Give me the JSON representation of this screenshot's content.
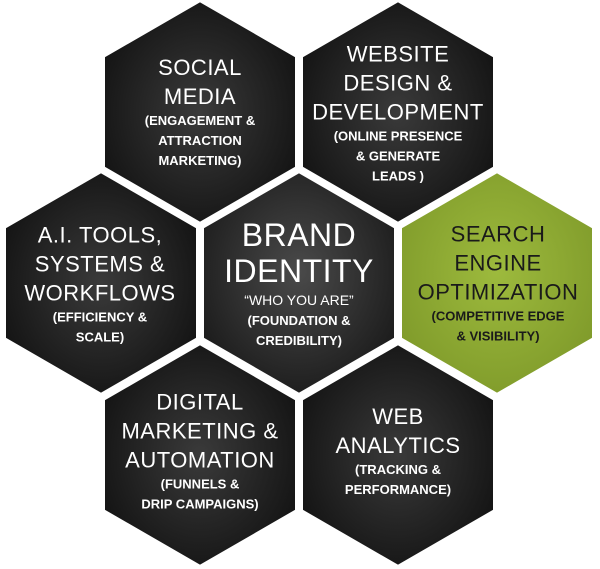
{
  "colors": {
    "hex_fill_dark": "#141414",
    "hex_fill_light": "#3a3a3a",
    "hex_center_light": "#4a4a4a",
    "hex_stroke": "#ffffff",
    "highlight_fill": "#8ca832",
    "highlight_fill_light": "#9dba3d"
  },
  "hexagons": [
    {
      "id": "social-media",
      "title_lines": [
        "SOCIAL",
        "MEDIA"
      ],
      "subtitle_lines": [
        "(ENGAGEMENT &",
        "ATTRACTION",
        "MARKETING)"
      ]
    },
    {
      "id": "website",
      "title_lines": [
        "WEBSITE",
        "DESIGN &",
        "DEVELOPMENT"
      ],
      "subtitle_lines": [
        "(ONLINE PRESENCE",
        "& GENERATE",
        "LEADS )"
      ]
    },
    {
      "id": "ai-tools",
      "title_lines": [
        "A.I. TOOLS,",
        "SYSTEMS &",
        "WORKFLOWS"
      ],
      "subtitle_lines": [
        "(EFFICIENCY &",
        "SCALE)"
      ]
    },
    {
      "id": "brand-identity",
      "title_lines": [
        "BRAND",
        "IDENTITY"
      ],
      "quote": "“WHO YOU ARE”",
      "subtitle_lines": [
        "(FOUNDATION &",
        "CREDIBILITY)"
      ]
    },
    {
      "id": "seo",
      "title_lines": [
        "SEARCH",
        "ENGINE",
        "OPTIMIZATION"
      ],
      "subtitle_lines": [
        "(COMPETITIVE EDGE",
        "& VISIBILITY)"
      ]
    },
    {
      "id": "digital-marketing",
      "title_lines": [
        "DIGITAL",
        "MARKETING &",
        "AUTOMATION"
      ],
      "subtitle_lines": [
        "(FUNNELS &",
        "DRIP CAMPAIGNS)"
      ]
    },
    {
      "id": "web-analytics",
      "title_lines": [
        "WEB",
        "ANALYTICS"
      ],
      "subtitle_lines": [
        "(TRACKING &",
        "PERFORMANCE)"
      ]
    }
  ]
}
